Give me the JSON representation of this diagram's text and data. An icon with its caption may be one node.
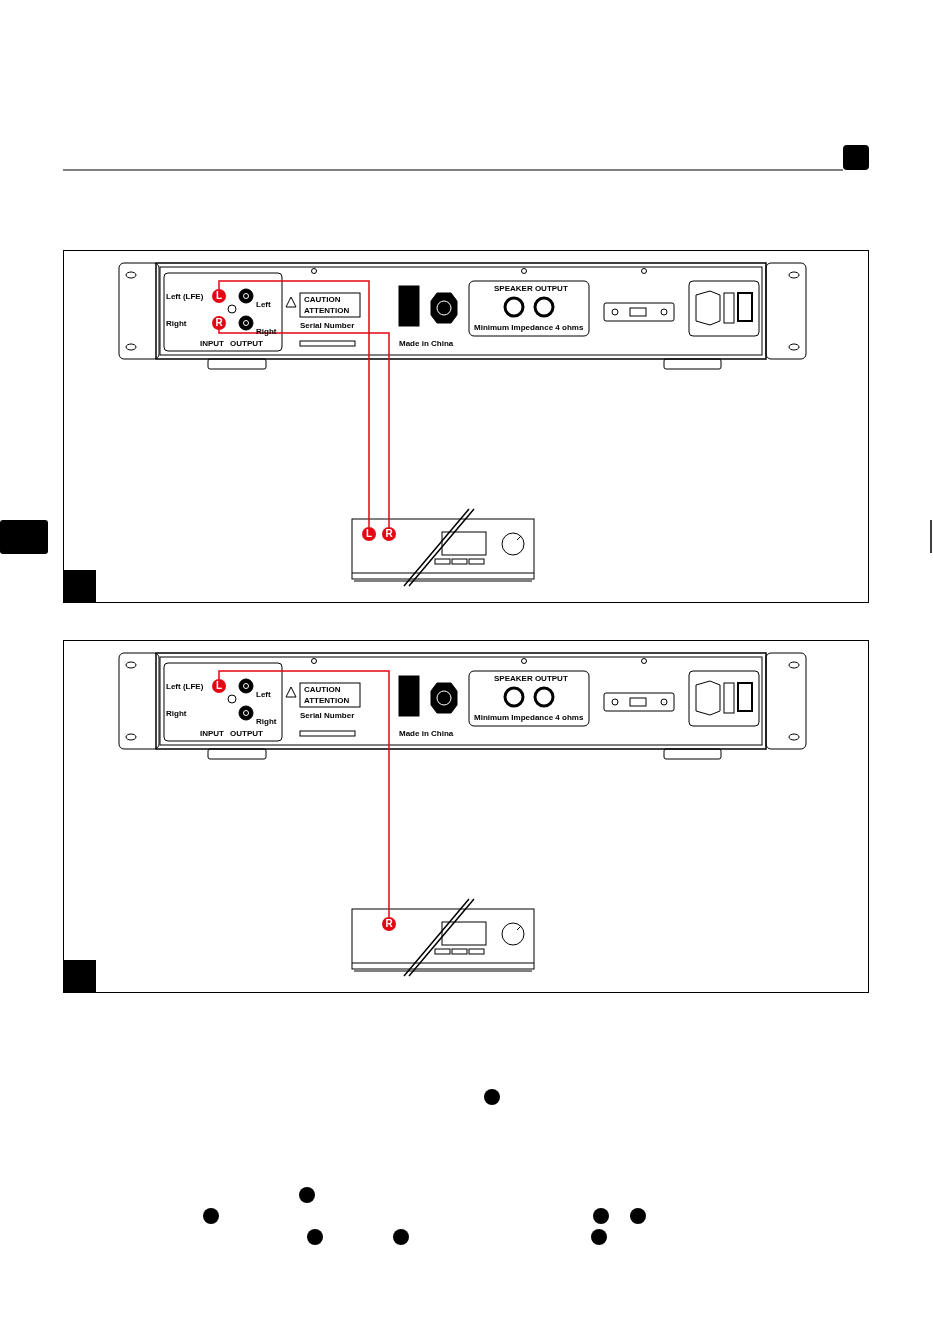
{
  "diagram": {
    "nodes": [
      {
        "text": [],
        "shape": "box"
      },
      {
        "text": [
          "L"
        ],
        "in": 0
      },
      {
        "text": [
          "R"
        ],
        "in": 0
      },
      {
        "text": [
          "L"
        ],
        "in": 0
      },
      {
        "text": [
          "R"
        ],
        "in": 0
      },
      {
        "text": [],
        "shape": "box"
      },
      {
        "text": [
          "L"
        ],
        "in": 5
      },
      {
        "text": [
          "R"
        ],
        "in": 5
      }
    ],
    "edges": [
      {
        "from": 1,
        "to": 3,
        "arrow": "none",
        "color": "#e30613"
      },
      {
        "from": 2,
        "to": 4,
        "arrow": "none",
        "color": "#e30613"
      },
      {
        "from": 6,
        "to": 7,
        "arrow": "none",
        "color": "#e30613"
      }
    ],
    "labels": [
      "Left (LFE)",
      "Left",
      "Right",
      "Right",
      "INPUT",
      "OUTPUT",
      "CAUTION",
      "ATTENTION",
      "Serial Number",
      "Made in China",
      "SPEAKER OUTPUT",
      "Minimum Impedance 4 ohms",
      "Left (LFE)",
      "Left",
      "Right",
      "Right",
      "INPUT",
      "OUTPUT",
      "CAUTION",
      "ATTENTION",
      "Serial Number",
      "Made in China",
      "SPEAKER OUTPUT",
      "Minimum Impedance 4 ohms"
    ]
  }
}
